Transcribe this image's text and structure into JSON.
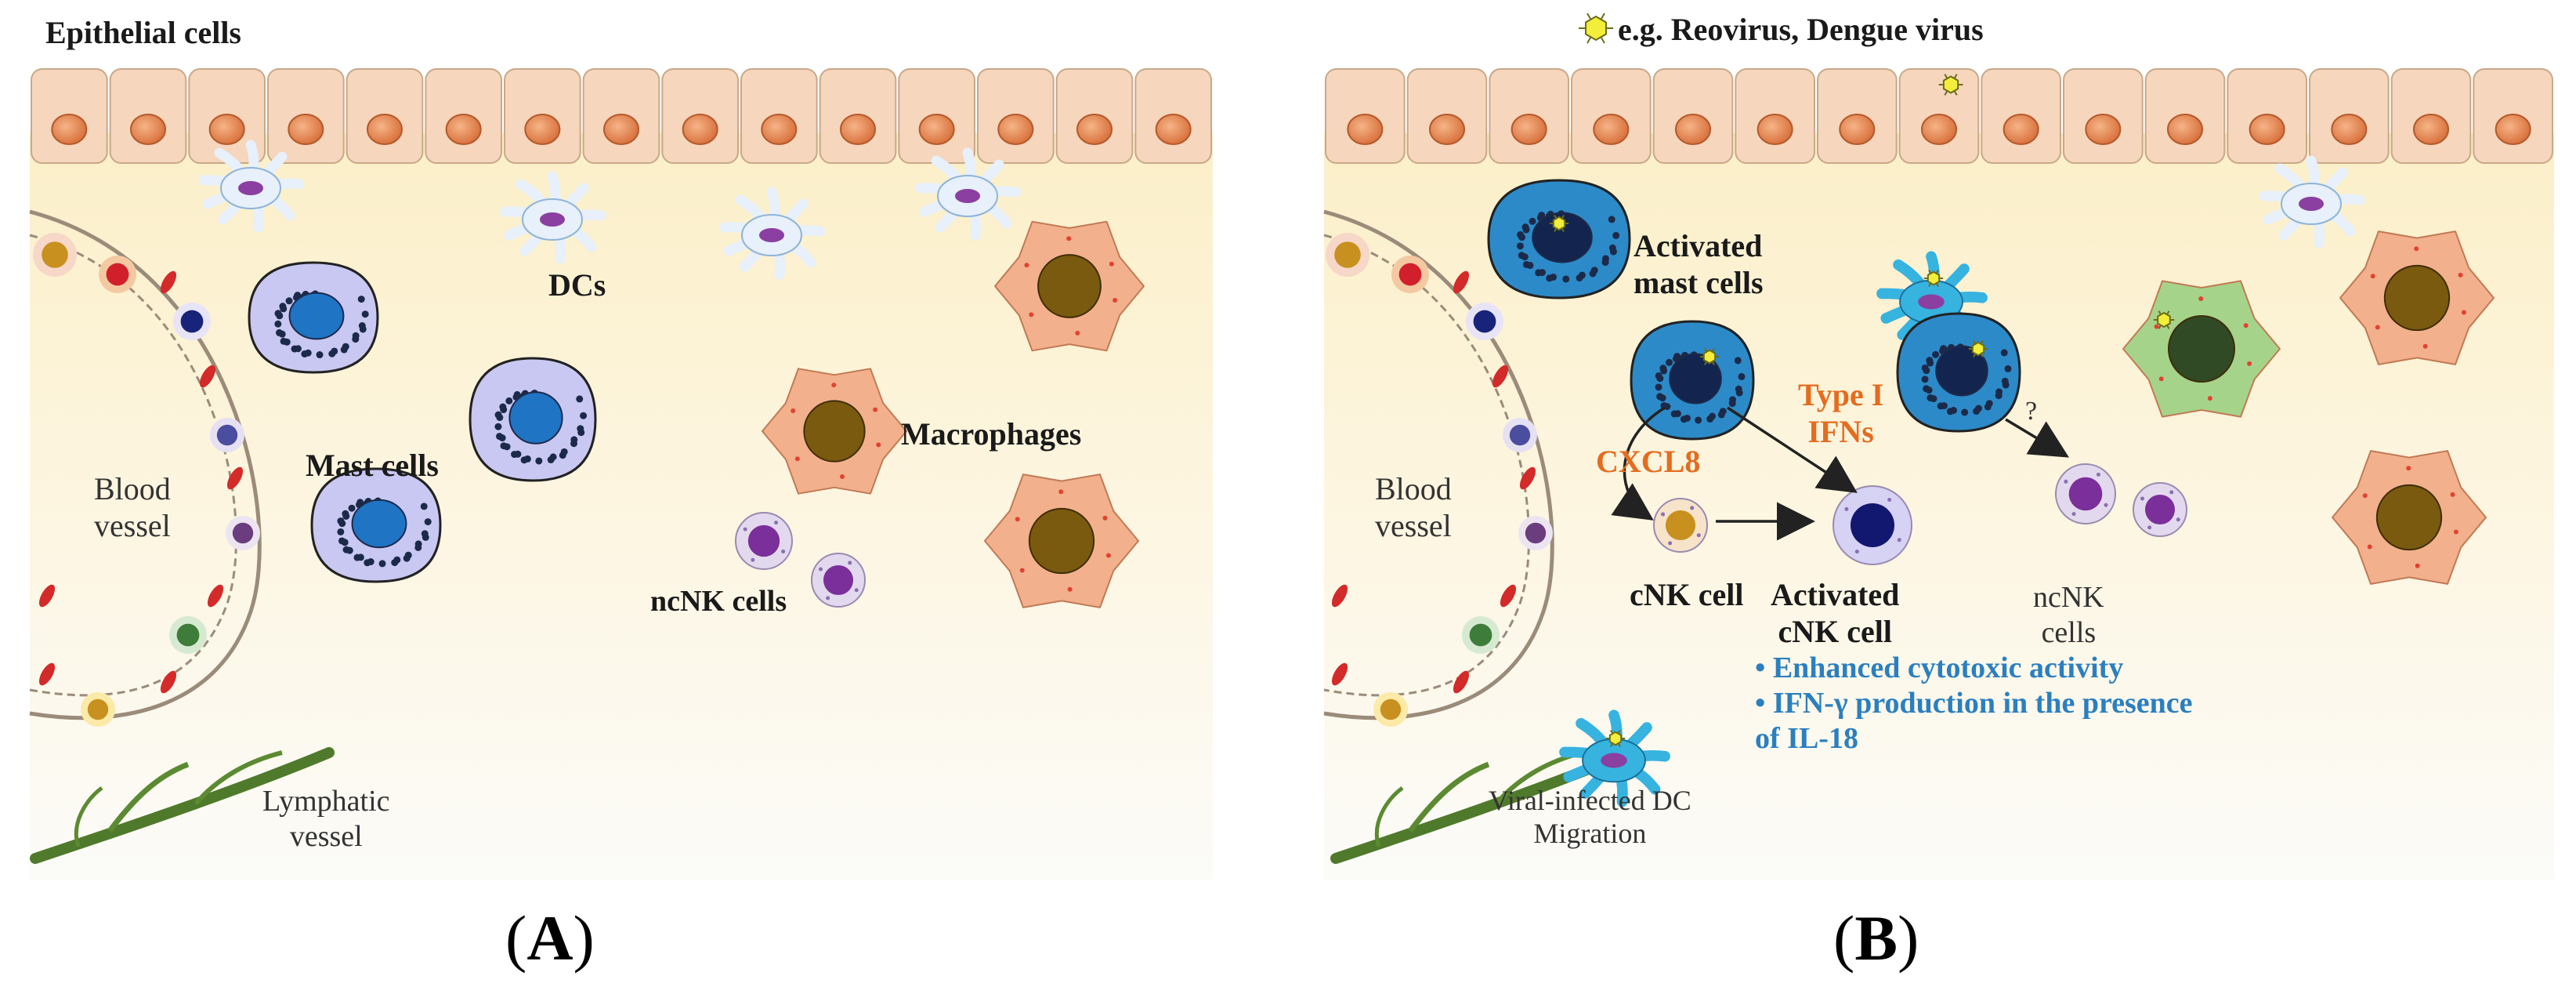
{
  "panel_a": {
    "header": "Epithelial cells",
    "blood_vessel": [
      "Blood",
      "vessel"
    ],
    "mast_cells": "Mast cells",
    "dcs": "DCs",
    "macrophages": "Macrophages",
    "ncnk": "ncNK cells",
    "lymphatic": [
      "Lymphatic",
      "vessel"
    ],
    "letter": "A"
  },
  "panel_b": {
    "virus_header": "e.g. Reovirus, Dengue virus",
    "activated_mast": [
      "Activated",
      "mast cells"
    ],
    "blood_vessel": [
      "Blood",
      "vessel"
    ],
    "cxcl8": "CXCL8",
    "type_i": [
      "Type I",
      "IFNs"
    ],
    "question": "?",
    "ncnk": [
      "ncNK",
      "cells"
    ],
    "cnk": "cNK cell",
    "activated_cnk": [
      "Activated",
      "cNK cell"
    ],
    "bullets": [
      "Enhanced cytotoxic activity",
      "IFN-γ production in the presence",
      "of IL-18"
    ],
    "viral_dc": [
      "Viral-infected DC",
      "Migration"
    ],
    "letter": "B"
  },
  "colors": {
    "epithelium": "#f6d6bc",
    "nucleus": "#e0875a",
    "tissue_top": "#fbefc8",
    "mast": "#c9c8f2",
    "activated_mast": "#2d8ac8",
    "macrophage": "#f3b08d",
    "infected_macrophage": "#a6d38a",
    "text_orange": "#e46c1f",
    "text_blue": "#2b7fbf"
  }
}
